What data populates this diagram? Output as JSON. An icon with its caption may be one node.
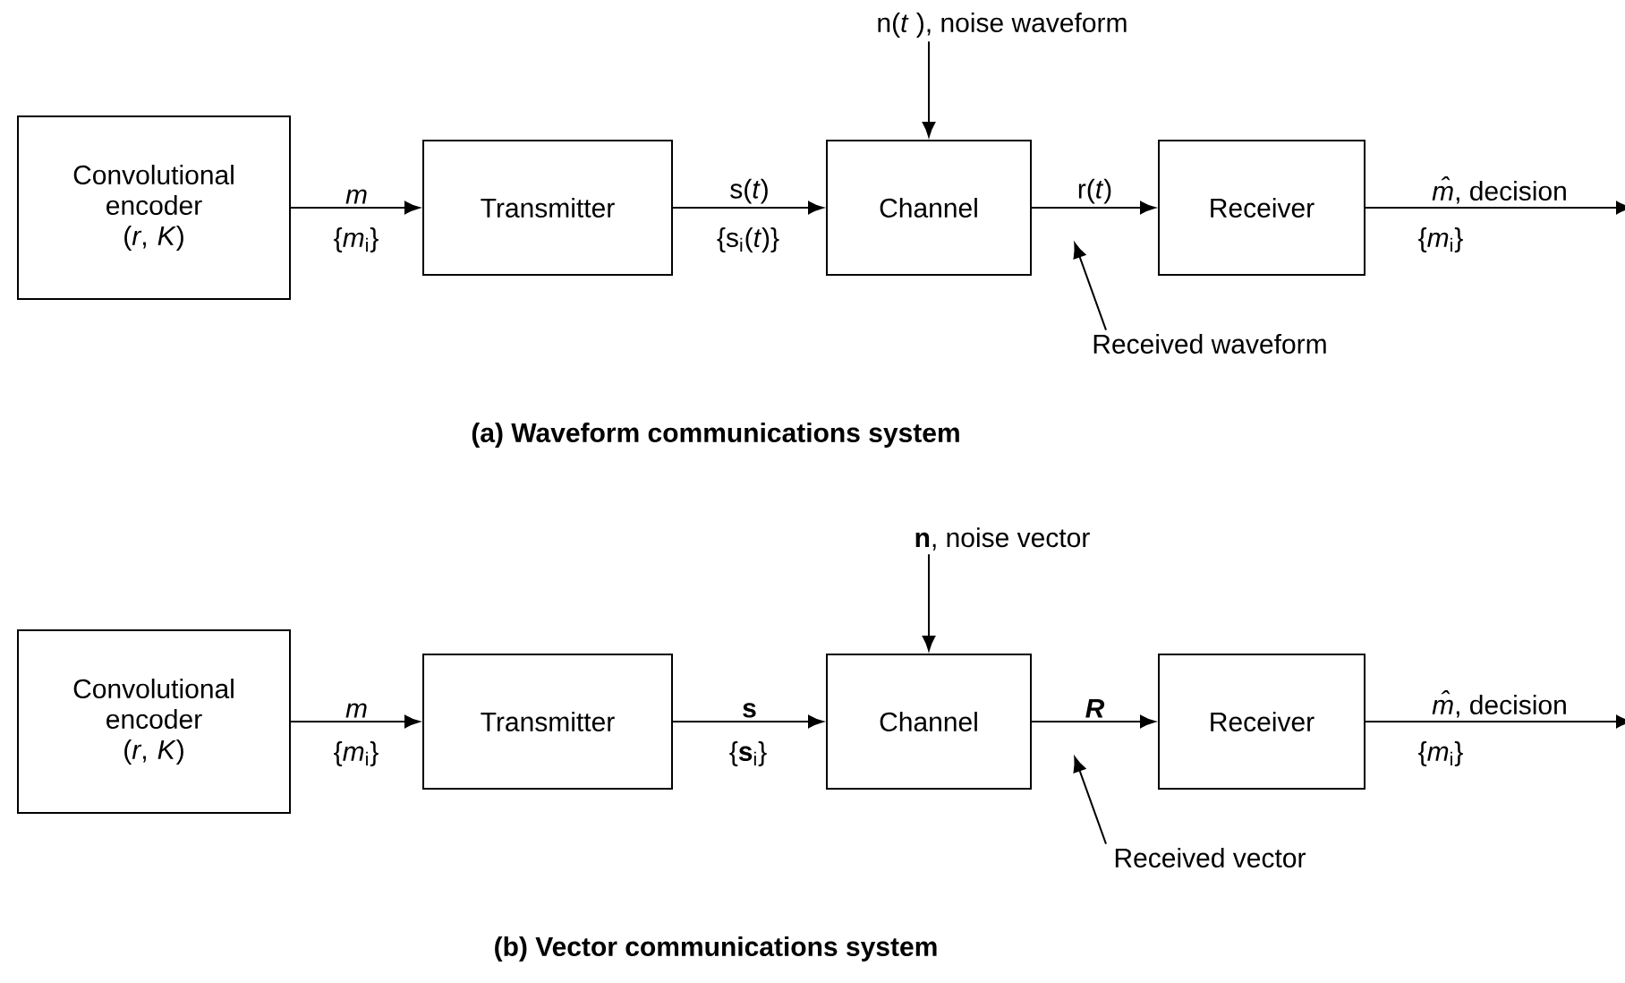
{
  "diagram": {
    "nodes": [
      {
        "text": [
          "Convolutional encoder",
          "(*r*, *K*)"
        ]
      },
      {
        "text": [
          "Transmitter"
        ]
      },
      {
        "text": [
          "Channel"
        ]
      },
      {
        "text": [
          "Receiver"
        ]
      },
      {
        "text": [
          "n(*t* ), noise waveform"
        ]
      },
      {
        "text": [
          "Received waveform"
        ]
      },
      {
        "text": [
          "Convolutional encoder",
          "(*r*, *K*)"
        ]
      },
      {
        "text": [
          "Transmitter"
        ]
      },
      {
        "text": [
          "Channel"
        ]
      },
      {
        "text": [
          "Receiver"
        ]
      },
      {
        "text": [
          "**n**, noise vector"
        ]
      },
      {
        "text": [
          "Received vector"
        ]
      }
    ],
    "edges": [
      {
        "from": 0,
        "to": 1,
        "arrow": "to",
        "label": "m"
      },
      {
        "from": 1,
        "to": 2,
        "arrow": "to",
        "label": "s(*t*)"
      },
      {
        "from": 2,
        "to": 3,
        "arrow": "to",
        "label": "r(*t*)"
      },
      {
        "from": 3,
        "to": null,
        "arrow": "to",
        "label": "*m̂*, decision"
      },
      {
        "from": 4,
        "to": 2,
        "arrow": "to"
      },
      {
        "from": 5,
        "to": null,
        "arrow": "to"
      },
      {
        "from": 6,
        "to": 7,
        "arrow": "to",
        "label": "m"
      },
      {
        "from": 7,
        "to": 8,
        "arrow": "to",
        "label": "s"
      },
      {
        "from": 8,
        "to": 9,
        "arrow": "to",
        "label": "R"
      },
      {
        "from": 9,
        "to": null,
        "arrow": "to",
        "label": "*m̂*, decision"
      },
      {
        "from": 10,
        "to": 8,
        "arrow": "to"
      },
      {
        "from": 11,
        "to": null,
        "arrow": "to"
      }
    ],
    "labels": [
      "{*m*$_{i}$}",
      "{s$_{i}$(*t*)}",
      "{*m*$_{i}$}",
      "(a) Waveform communications system",
      "{*m*$_{i}$}",
      "{**s**$_{i}$}",
      "{*m*$_{i}$}",
      "(b) Vector communications system"
    ]
  }
}
